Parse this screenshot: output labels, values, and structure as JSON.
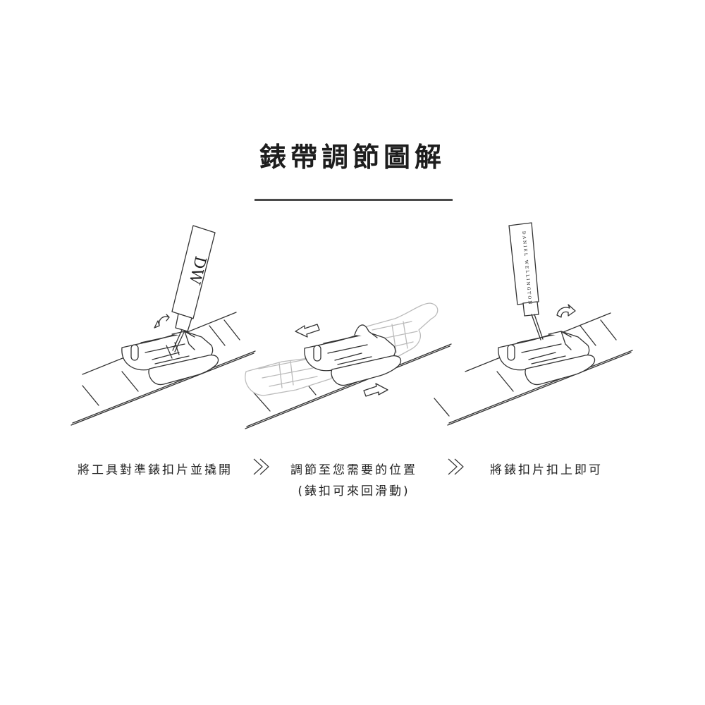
{
  "title": "錶帶調節圖解",
  "steps": [
    {
      "text": "將工具對準錶扣片並撬開"
    },
    {
      "text": "調節至您需要的位置",
      "note": "(錶扣可來回滑動)"
    },
    {
      "text": "將錶扣片扣上即可"
    }
  ],
  "tool_labels": {
    "logo": "DW",
    "brand": "DANIEL WELLINGTON"
  },
  "icons": {
    "separator": "double-chevron-right-icon",
    "arrow": "arrow-icon"
  },
  "colors": {
    "line": "#333333",
    "ghost": "#bbbbbb",
    "divider": "#4a4a4a"
  }
}
